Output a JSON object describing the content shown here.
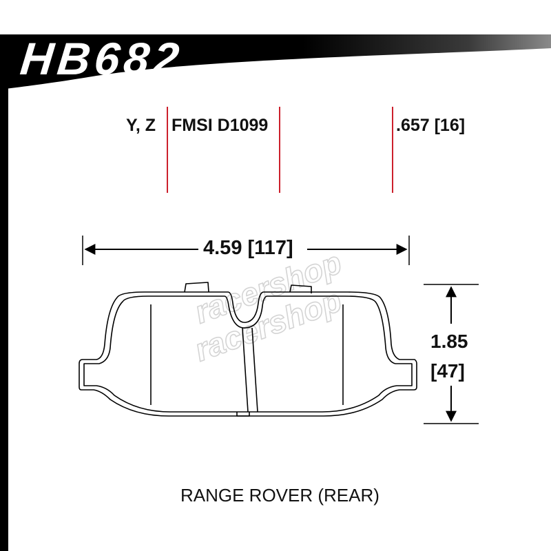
{
  "header": {
    "part_number": "HB682",
    "bar_color": "#000000"
  },
  "specs": {
    "compound_codes": "Y, Z",
    "fmsi_code": "FMSI D1099",
    "thickness": ".657 [16]"
  },
  "dimensions": {
    "width": "4.59 [117]",
    "height_in": "1.85",
    "height_mm": "[47]"
  },
  "watermark": {
    "text": "racershop",
    "color": "#d0d0d0"
  },
  "divider_color": "#cc1f2b",
  "caption": "RANGE ROVER (REAR)"
}
